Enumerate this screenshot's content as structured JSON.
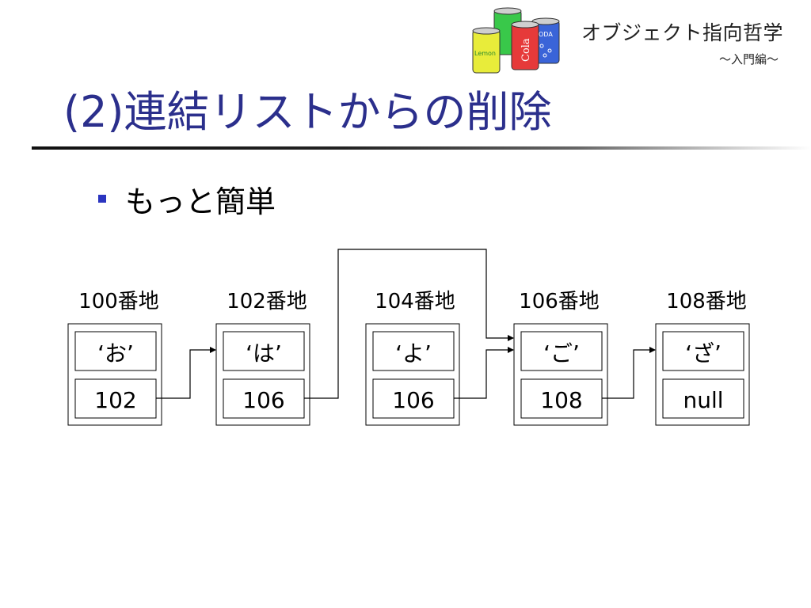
{
  "branding": {
    "title": "オブジェクト指向哲学",
    "subtitle": "～入門編～",
    "logo_icon": "soda-cans-logo",
    "can_labels": {
      "lemon": "Lemon",
      "cola": "Cola",
      "soda": "ODA"
    }
  },
  "slide": {
    "title": "(2)連結リストからの削除",
    "bullet": "もっと簡単"
  },
  "diagram": {
    "nodes": [
      {
        "address": "100番地",
        "char": "‘お’",
        "next": "102"
      },
      {
        "address": "102番地",
        "char": "‘は’",
        "next": "106"
      },
      {
        "address": "104番地",
        "char": "‘よ’",
        "next": "106"
      },
      {
        "address": "106番地",
        "char": "‘ご’",
        "next": "108"
      },
      {
        "address": "108番地",
        "char": "‘ざ’",
        "next": "null"
      }
    ]
  },
  "colors": {
    "title": "#2b2f8c",
    "bullet": "#2b35c0",
    "can_lemon": "#e8ec3a",
    "can_cola": "#e63a3a",
    "can_green": "#39c84a",
    "can_soda": "#3a64d8"
  }
}
